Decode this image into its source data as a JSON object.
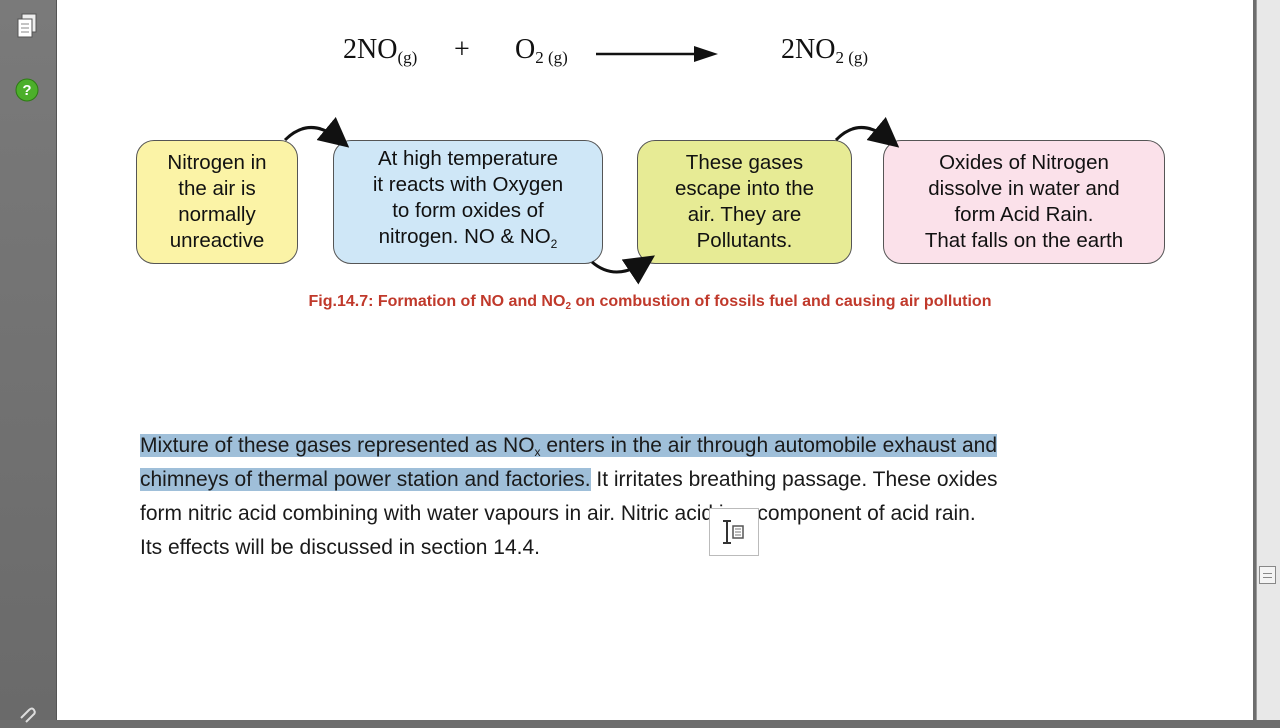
{
  "nav": {
    "pages_icon": "pages-icon",
    "help_icon": "help-icon",
    "attachment_icon": "paperclip-icon"
  },
  "equation": {
    "reactant1": "2NO",
    "reactant1_state": "(g)",
    "plus": "+",
    "reactant2": "O",
    "reactant2_sub": "2 (g)",
    "product": "2NO",
    "product_sub": "2 (g)"
  },
  "flow": {
    "boxes": [
      {
        "text": "Nitrogen in\nthe air is\nnormally\nunreactive",
        "color": "#fbf3a6"
      },
      {
        "text": "At high temperature\nit reacts with Oxygen\nto form oxides of\nnitrogen. NO & NO",
        "sub": "2",
        "color": "#cfe7f7"
      },
      {
        "text": "These gases\nescape into the\nair. They are\nPollutants.",
        "color": "#e7eb95"
      },
      {
        "text": "Oxides of Nitrogen\ndissolve in water and\nform Acid Rain.\nThat falls on the earth",
        "color": "#fbe1ea"
      }
    ]
  },
  "caption": {
    "pre": "Fig.14.7: Formation of NO and NO",
    "sub": "2",
    "post": " on combustion of fossils fuel and causing air pollution",
    "color": "#c0392b"
  },
  "paragraph": {
    "line1_a": "Mixture of these gases represented as NO",
    "line1_sub": "x",
    "line1_b": " enters  in the air through automobile  exhaust and",
    "line2_hl": "chimneys of thermal power station and factories.",
    "line2_rest": " It irritates breathing passage. These oxides",
    "line3": "form nitric acid combining with water vapours in air. Nitric acid is a component of acid rain.",
    "line4": "Its effects will be discussed in section 14.4."
  },
  "cursor": {
    "icon": "text-select-cursor-icon"
  },
  "colors": {
    "highlight": "#9fbfd9"
  }
}
